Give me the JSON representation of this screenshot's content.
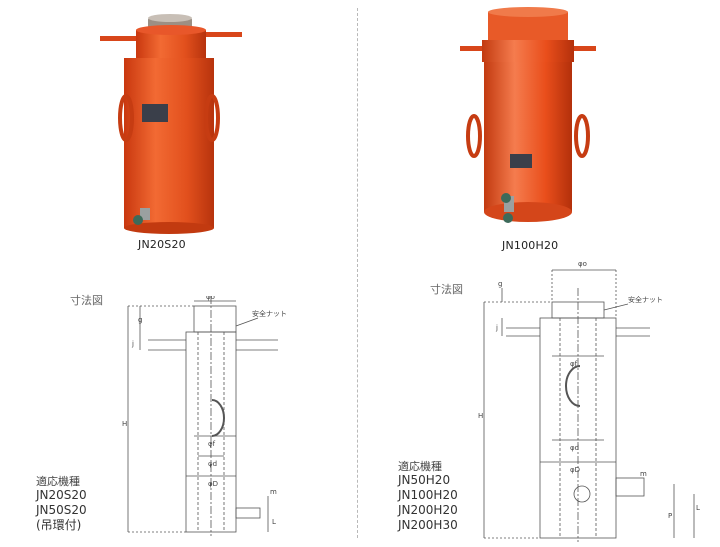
{
  "colors": {
    "cylinder": "#e94e1b",
    "cylinder_dark": "#c23a10",
    "cylinder_light": "#f57c4e",
    "line": "#555555"
  },
  "left": {
    "caption": "JN20S20",
    "section_label": "寸法図",
    "models_title": "適応機種",
    "models": [
      "JN20S20",
      "JN50S20",
      "(吊環付)"
    ],
    "labels": {
      "do": "φo",
      "df": "φf",
      "dd": "φd",
      "dD": "φD",
      "g": "g",
      "j": "j",
      "h": "H",
      "m": "m",
      "l": "L",
      "nut": "安全ナット"
    }
  },
  "right": {
    "caption": "JN100H20",
    "section_label": "寸法図",
    "models_title": "適応機種",
    "models": [
      "JN50H20",
      "JN100H20",
      "JN200H20",
      "JN200H30"
    ],
    "labels": {
      "do": "φo",
      "df": "φf",
      "dd": "φd",
      "dD": "φD",
      "g": "g",
      "j": "j",
      "h": "H",
      "m": "m",
      "p": "P",
      "l": "L",
      "nut": "安全ナット"
    }
  }
}
